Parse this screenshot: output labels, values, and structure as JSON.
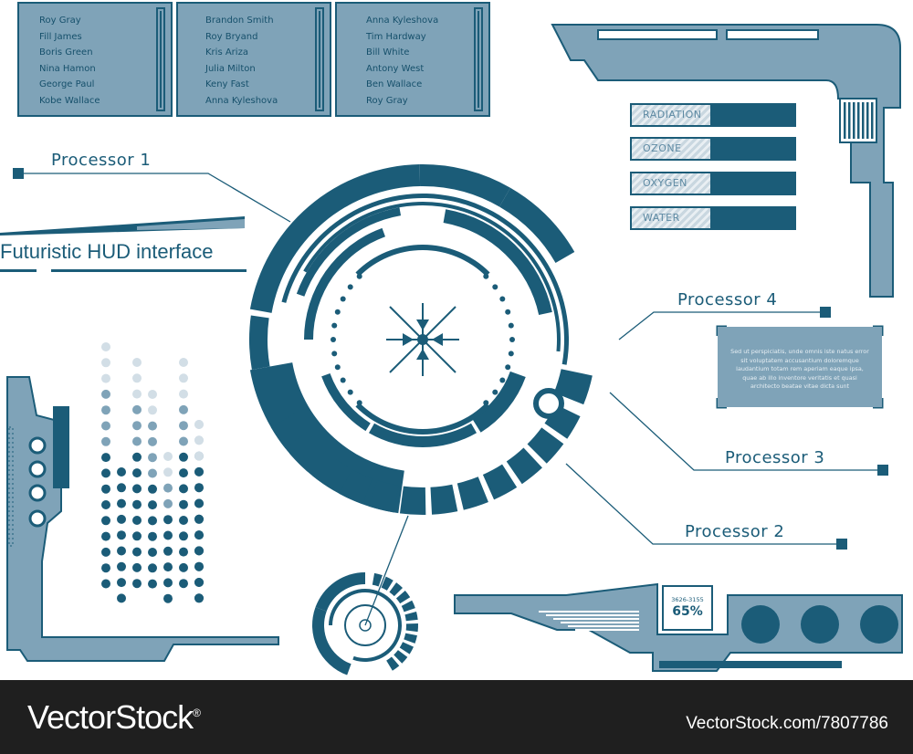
{
  "name_lists": [
    [
      "Roy Gray",
      "Fill James",
      "Boris Green",
      "Nina Hamon",
      "George Paul",
      "Kobe Wallace"
    ],
    [
      "Brandon Smith",
      "Roy Bryand",
      "Kris Ariza",
      "Julia Milton",
      "Keny Fast",
      "Anna Kyleshova"
    ],
    [
      "Anna Kyleshova",
      "Tim Hardway",
      "Bill White",
      "Antony West",
      "Ben Wallace",
      "Roy Gray"
    ]
  ],
  "title": "Futuristic HUD interface",
  "processors": {
    "p1": "Processor 1",
    "p2": "Processor 2",
    "p3": "Processor 3",
    "p4": "Processor 4"
  },
  "gauges": [
    {
      "label": "RADIATION"
    },
    {
      "label": "OZONE"
    },
    {
      "label": "OXYGEN"
    },
    {
      "label": "WATER"
    }
  ],
  "description": "Sed ut perspiciatis, unde omnis iste natus error sit voluptatem accusantium doloremque laudantium totam rem aperiam eaque ipsa, quae ab illo inventore veritatis et quasi architecto beatae vitae dicta sunt",
  "readout": {
    "code": "3626-3155",
    "percent": "65%"
  },
  "footer": {
    "logo": "VectorStock",
    "registered": "®",
    "url": "VectorStock.com/7807786"
  },
  "colors": {
    "primary": "#1b5c78",
    "panel": "#7fa3b8",
    "light": "#c9d7e0",
    "footer": "#1f1f1f"
  }
}
